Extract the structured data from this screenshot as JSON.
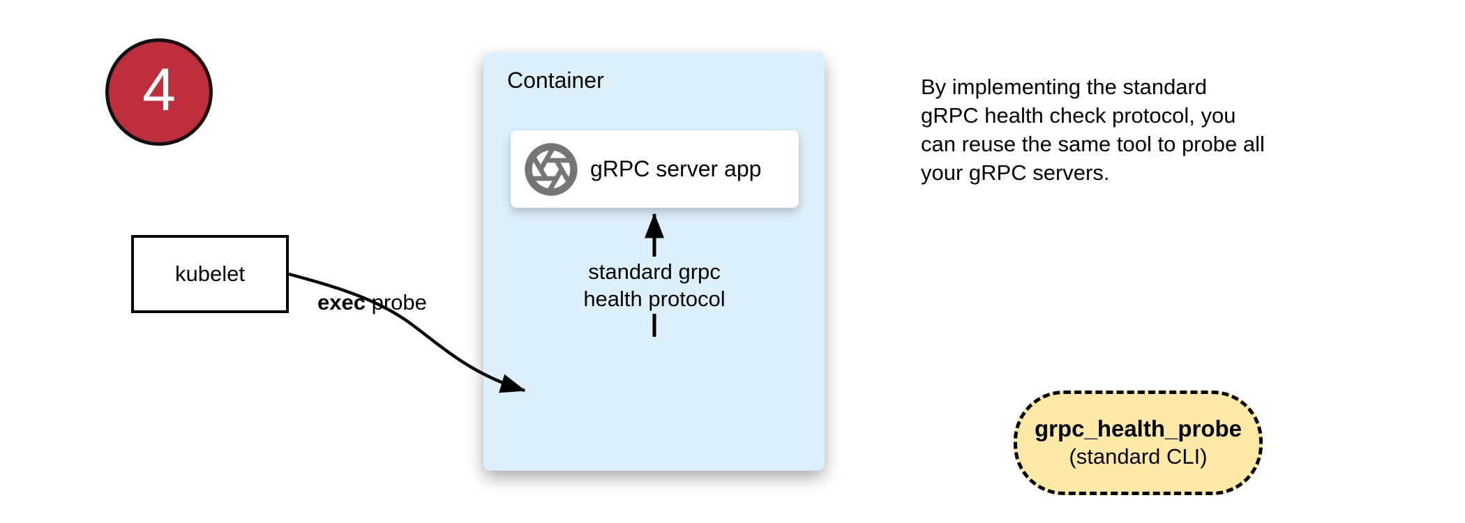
{
  "page": {
    "background": "#ffffff"
  },
  "badge": {
    "number": "4",
    "fill": "#BF2E3C",
    "border_color": "#111111",
    "text_color": "#ffffff"
  },
  "kubelet_box": {
    "label": "kubelet"
  },
  "exec_probe_label": {
    "bold": "exec",
    "rest": "probe"
  },
  "container": {
    "title": "Container",
    "fill": "#DCF0FB",
    "app_box": {
      "label": "gRPC server app",
      "icon": "aperture-icon",
      "icon_color": "#757575"
    },
    "protocol_label": {
      "line1": "standard grpc",
      "line2": "health protocol"
    },
    "probe_box": {
      "title": "grpc_health_probe",
      "subtitle": "(standard CLI)",
      "fill": "#FEE9A7"
    }
  },
  "note": {
    "lines": [
      "By implementing the standard",
      "gRPC health check protocol, you",
      "can reuse the same tool to probe all",
      "your gRPC servers."
    ]
  },
  "arrows": {
    "color": "#000000"
  }
}
